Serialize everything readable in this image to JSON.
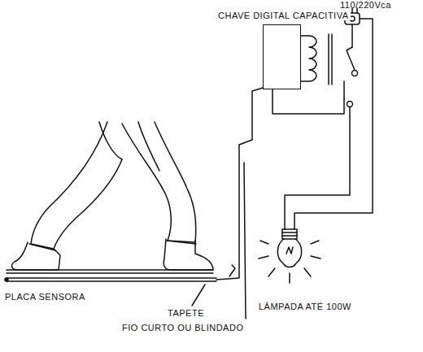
{
  "diagram": {
    "nodes": [
      {
        "text": [
          "CHAVE DIGITAL CAPACITIVA"
        ]
      }
    ],
    "labels": [
      "110/220Vca",
      "PLACA SENSORA",
      "TAPETE",
      "FIO CURTO OU BLINDADO",
      "LÂMPADA ATÉ 100W"
    ]
  }
}
